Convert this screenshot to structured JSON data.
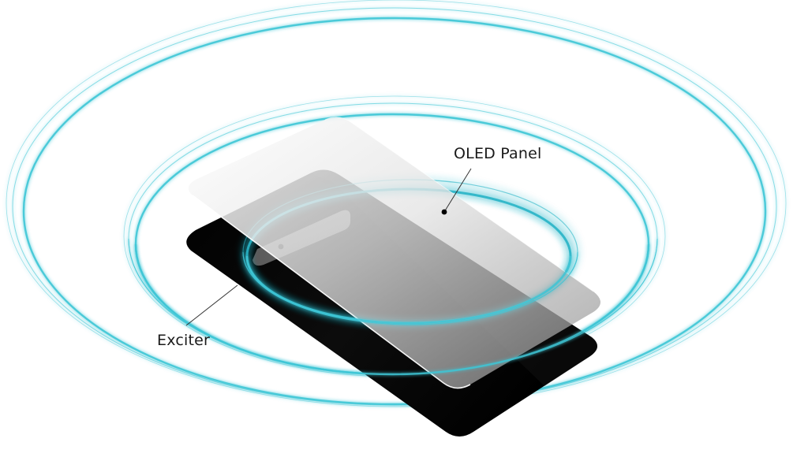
{
  "diagram": {
    "subject": "Phone display speaker cross-section with sound wave rings",
    "labels": {
      "oled_panel": "OLED Panel",
      "exciter": "Exciter"
    },
    "colors": {
      "background": "#ffffff",
      "wave_ring": "#3fc6d6",
      "wave_glow": "#8fe3ee",
      "exciter_body": "#000000",
      "oled_panel_light": "#f4f4f4",
      "oled_panel_dark": "#9a9a9a",
      "label_text": "#1a1a1a",
      "leader_line": "#333333"
    }
  }
}
